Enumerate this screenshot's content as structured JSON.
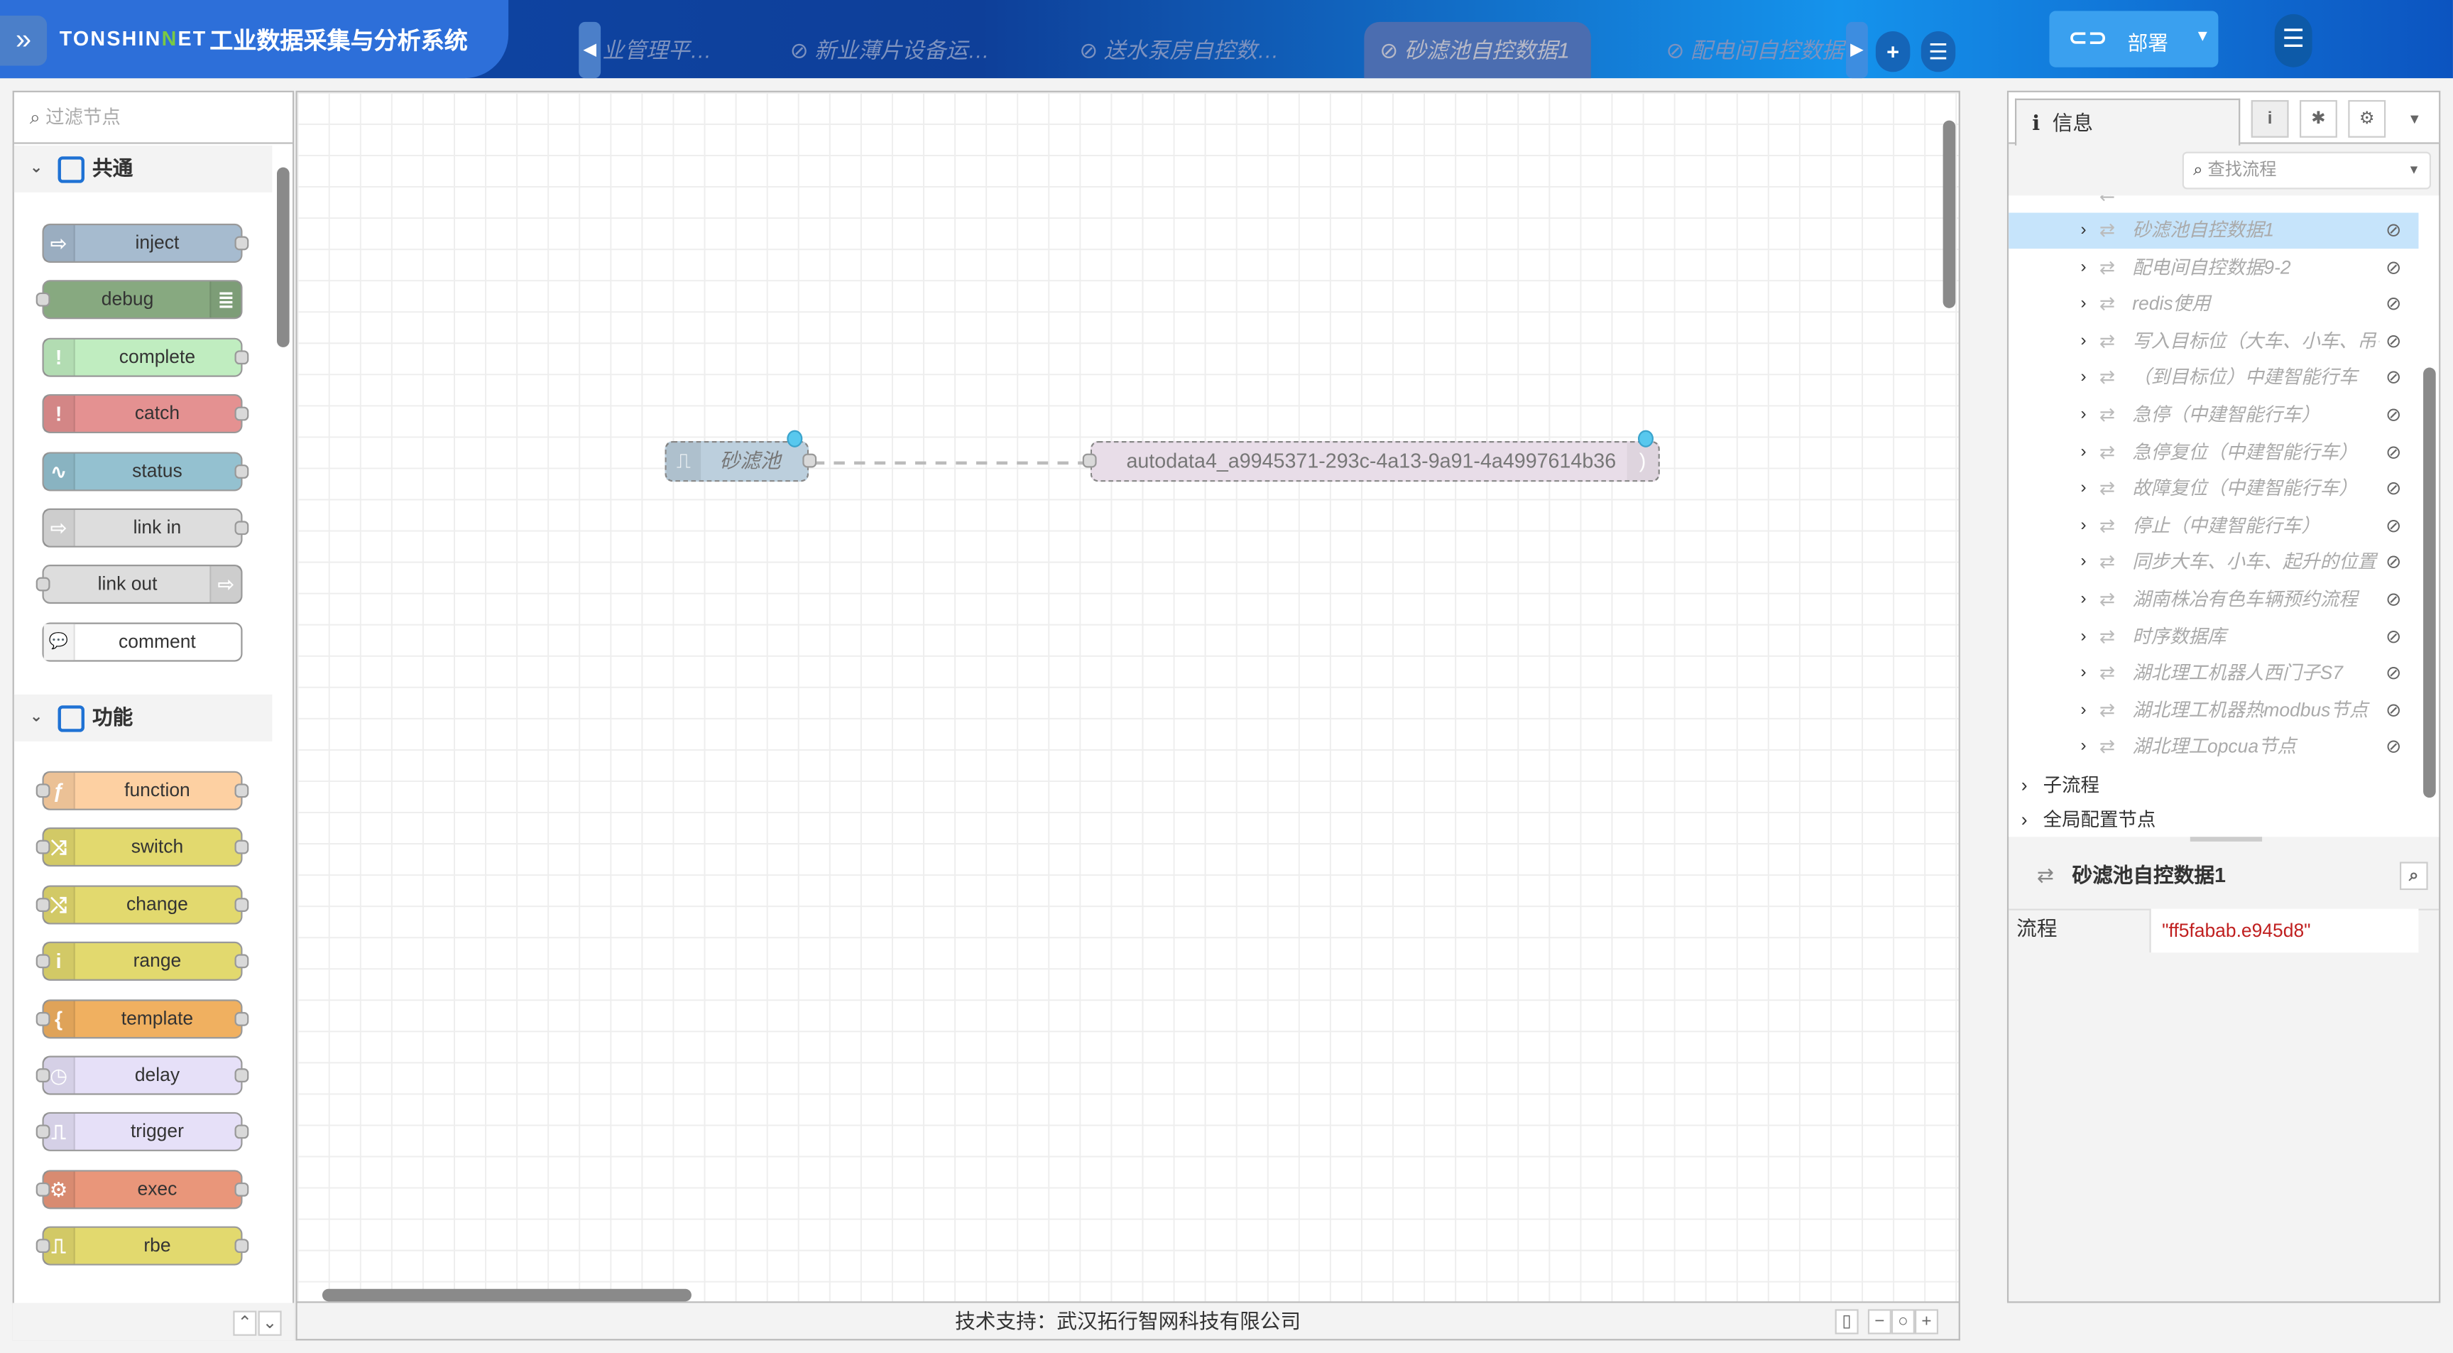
{
  "header": {
    "logo_left": "TON",
    "logo_mid": "SHIN",
    "logo_accent": "N",
    "logo_right": "ET",
    "system_title": "工业数据采集与分析系统",
    "tabs": [
      {
        "label": "业管理平…"
      },
      {
        "label": "⊘ 新业薄片设备运…"
      },
      {
        "label": "⊘ 送水泵房自控数…"
      },
      {
        "label": "⊘ 砂滤池自控数据1",
        "active": true
      },
      {
        "label": "⊘ 配电间自控数据"
      }
    ],
    "deploy_label": "部署",
    "add_icon": "+",
    "list_icon": "☰"
  },
  "palette": {
    "filter_placeholder": "过滤节点",
    "categories": [
      {
        "name": "共通",
        "nodes": [
          {
            "label": "inject",
            "color": "#a6bbcf",
            "icon": "⇨",
            "out": true,
            "in": false
          },
          {
            "label": "debug",
            "color": "#87a980",
            "icon": "≣",
            "out": false,
            "in": true,
            "icon_right": true
          },
          {
            "label": "complete",
            "color": "#c0edc0",
            "icon": "!",
            "out": true,
            "in": false
          },
          {
            "label": "catch",
            "color": "#e49191",
            "icon": "!",
            "out": true,
            "in": false
          },
          {
            "label": "status",
            "color": "#94c1d0",
            "icon": "∿",
            "out": true,
            "in": false
          },
          {
            "label": "link in",
            "color": "#dddddd",
            "icon": "⇨",
            "out": true,
            "in": false
          },
          {
            "label": "link out",
            "color": "#dddddd",
            "icon": "⇨",
            "out": false,
            "in": true,
            "icon_right": true
          },
          {
            "label": "comment",
            "color": "#ffffff",
            "icon": "💬",
            "out": false,
            "in": false
          }
        ]
      },
      {
        "name": "功能",
        "nodes": [
          {
            "label": "function",
            "color": "#fdd0a2",
            "icon": "ƒ",
            "out": true,
            "in": true
          },
          {
            "label": "switch",
            "color": "#e2d96e",
            "icon": "⤨",
            "out": true,
            "in": true
          },
          {
            "label": "change",
            "color": "#e2d96e",
            "icon": "⤭",
            "out": true,
            "in": true
          },
          {
            "label": "range",
            "color": "#e2d96e",
            "icon": "i",
            "out": true,
            "in": true
          },
          {
            "label": "template",
            "color": "#f0b060",
            "icon": "{",
            "out": true,
            "in": true
          },
          {
            "label": "delay",
            "color": "#e6e0f8",
            "icon": "◷",
            "out": true,
            "in": true
          },
          {
            "label": "trigger",
            "color": "#e6e0f8",
            "icon": "⎍",
            "out": true,
            "in": true
          },
          {
            "label": "exec",
            "color": "#e9967a",
            "icon": "⚙",
            "out": true,
            "in": true
          },
          {
            "label": "rbe",
            "color": "#e2d96e",
            "icon": "⎍",
            "out": true,
            "in": true
          }
        ]
      }
    ]
  },
  "canvas": {
    "nodes": [
      {
        "label": "砂滤池",
        "color": "#bccfdd"
      },
      {
        "label": "autodata4_a9945371-293c-4a13-9a91-4a4997614b36",
        "color": "#e8dde8"
      }
    ]
  },
  "footer": {
    "support_text": "技术支持：武汉拓行智网科技有限公司"
  },
  "sidebar": {
    "tab_label": "信息",
    "search_placeholder": "查找流程",
    "flows": [
      "砂滤池自控数据1",
      "配电间自控数据9-2",
      "redis使用",
      "写入目标位（大车、小车、吊钩）",
      "（到目标位）中建智能行车",
      "急停（中建智能行车）",
      "急停复位（中建智能行车）",
      "故障复位（中建智能行车）",
      "停止（中建智能行车）",
      "同步大车、小车、起升的位置",
      "湖南株冶有色车辆预约流程",
      "时序数据库",
      "湖北理工机器人西门子S7",
      "湖北理工机器热modbus节点",
      "湖北理工opcua节点"
    ],
    "groups": [
      "子流程",
      "全局配置节点"
    ],
    "info_title": "砂滤池自控数据1",
    "prop_key": "流程",
    "prop_value": "\"ff5fabab.e945d8\""
  }
}
